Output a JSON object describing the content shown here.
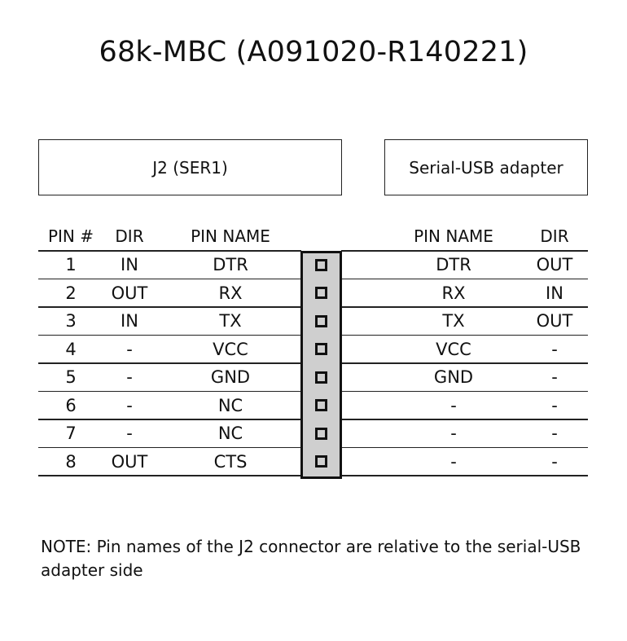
{
  "title": "68k-MBC (A091020-R140221)",
  "left_header_box": "J2 (SER1)",
  "right_header_box": "Serial-USB adapter",
  "columns": {
    "pin": "PIN #",
    "dir": "DIR",
    "pin_name": "PIN NAME",
    "right_pin_name": "PIN NAME",
    "right_dir": "DIR"
  },
  "rows": [
    {
      "pin": "1",
      "dir": "IN",
      "name": "DTR",
      "right_name": "DTR",
      "right_dir": "OUT"
    },
    {
      "pin": "2",
      "dir": "OUT",
      "name": "RX",
      "right_name": "RX",
      "right_dir": "IN"
    },
    {
      "pin": "3",
      "dir": "IN",
      "name": "TX",
      "right_name": "TX",
      "right_dir": "OUT"
    },
    {
      "pin": "4",
      "dir": "-",
      "name": "VCC",
      "right_name": "VCC",
      "right_dir": "-"
    },
    {
      "pin": "5",
      "dir": "-",
      "name": "GND",
      "right_name": "GND",
      "right_dir": "-"
    },
    {
      "pin": "6",
      "dir": "-",
      "name": "NC",
      "right_name": "-",
      "right_dir": "-"
    },
    {
      "pin": "7",
      "dir": "-",
      "name": "NC",
      "right_name": "-",
      "right_dir": "-"
    },
    {
      "pin": "8",
      "dir": "OUT",
      "name": "CTS",
      "right_name": "-",
      "right_dir": "-"
    }
  ],
  "note": "NOTE: Pin names of the J2 connector are relative to the serial-USB adapter side",
  "colors": {
    "connector_fill": "#cfcfcf",
    "lines": "#222222"
  }
}
